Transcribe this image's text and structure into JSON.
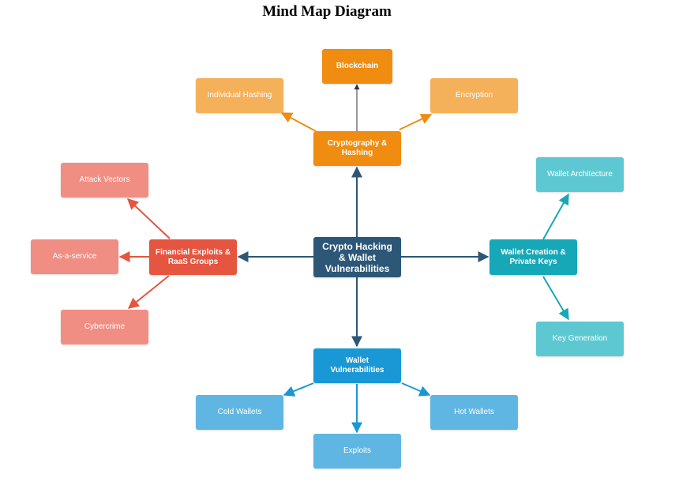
{
  "title": "Mind Map Diagram",
  "colors": {
    "center": "#2c5777",
    "crypto": "#f08c10",
    "crypto_leaf": "#f5b05a",
    "financial": "#e5553f",
    "financial_leaf": "#f08e84",
    "wallet_creation": "#17a8b7",
    "wallet_creation_leaf": "#5ec8d2",
    "wallet_vuln": "#1a98d5",
    "wallet_vuln_leaf": "#5fb6e2"
  },
  "nodes": {
    "center": "Crypto Hacking & Wallet Vulnerabilities",
    "crypto": "Cryptography & Hashing",
    "blockchain": "Blockchain",
    "individual_hashing": "Individual Hashing",
    "encryption": "Encryption",
    "financial": "Financial Exploits & RaaS Groups",
    "attack_vectors": "Attack Vectors",
    "as_a_service": "As-a-service",
    "cybercrime": "Cybercrime",
    "wallet_creation": "Wallet Creation & Private Keys",
    "wallet_architecture": "Wallet Architecture",
    "key_generation": "Key Generation",
    "wallet_vuln": "Wallet Vulnerabilities",
    "cold_wallets": "Cold Wallets",
    "hot_wallets": "Hot Wallets",
    "exploits": "Exploits"
  }
}
